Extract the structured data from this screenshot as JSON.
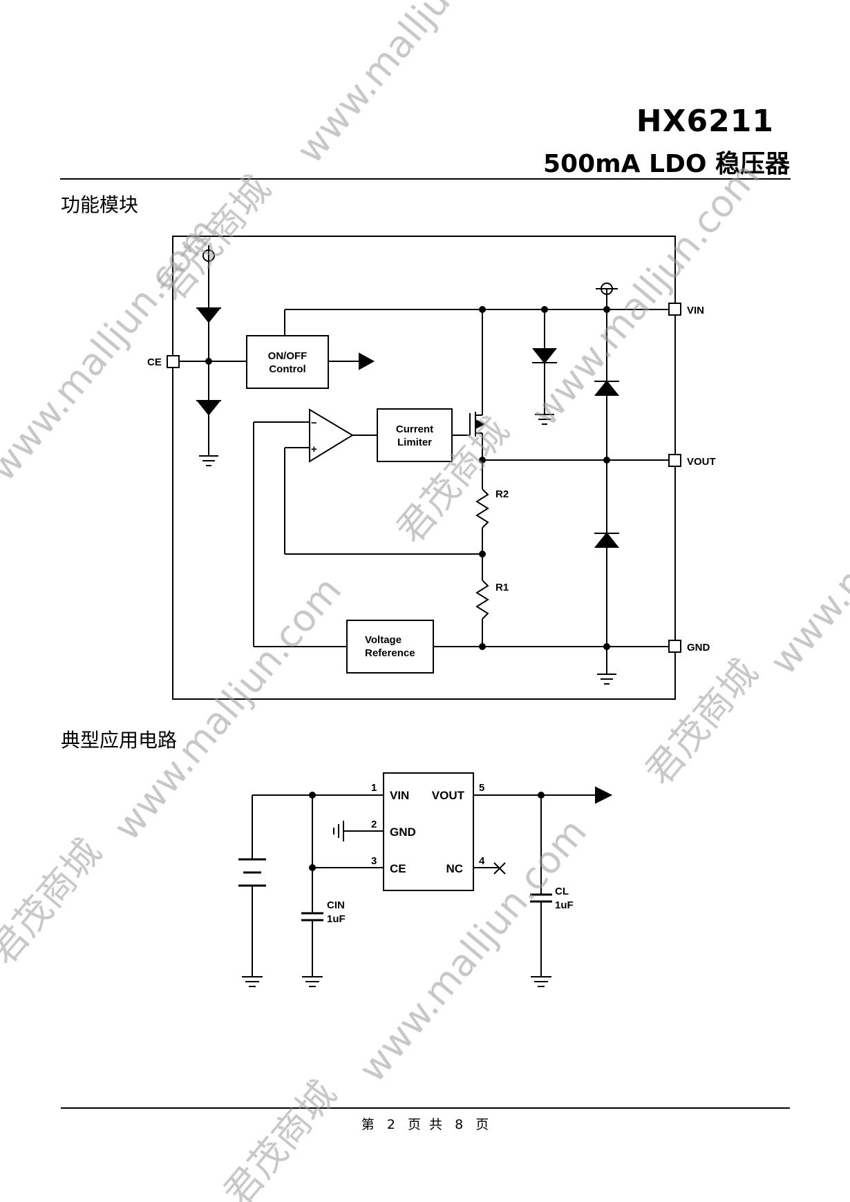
{
  "header": {
    "part_number": "HX6211",
    "subtitle": "500mA LDO 稳压器"
  },
  "sections": {
    "block_diagram": "功能模块",
    "application_circuit": "典型应用电路"
  },
  "block_diagram": {
    "pins": {
      "ce": "CE",
      "vin": "VIN",
      "vout": "VOUT",
      "gnd": "GND"
    },
    "onoff_line1": "ON/OFF",
    "onoff_line2": "Control",
    "limiter_line1": "Current",
    "limiter_line2": "Limiter",
    "vref_line1": "Voltage",
    "vref_line2": "Reference",
    "r2": "R2",
    "r1": "R1",
    "minus": "−",
    "plus": "+"
  },
  "app_circuit": {
    "pins": [
      {
        "num": "1",
        "name": "VIN"
      },
      {
        "num": "2",
        "name": "GND"
      },
      {
        "num": "3",
        "name": "CE"
      },
      {
        "num": "4",
        "name": "NC"
      },
      {
        "num": "5",
        "name": "VOUT"
      }
    ],
    "cin_name": "CIN",
    "cin_value": "1uF",
    "cl_name": "CL",
    "cl_value": "1uF"
  },
  "watermark": {
    "site": "www.malljun.com",
    "shop": "君茂商城"
  },
  "footer": {
    "prefix": "第",
    "page": "2",
    "mid": "页 共",
    "total": "8",
    "suffix": "页"
  }
}
